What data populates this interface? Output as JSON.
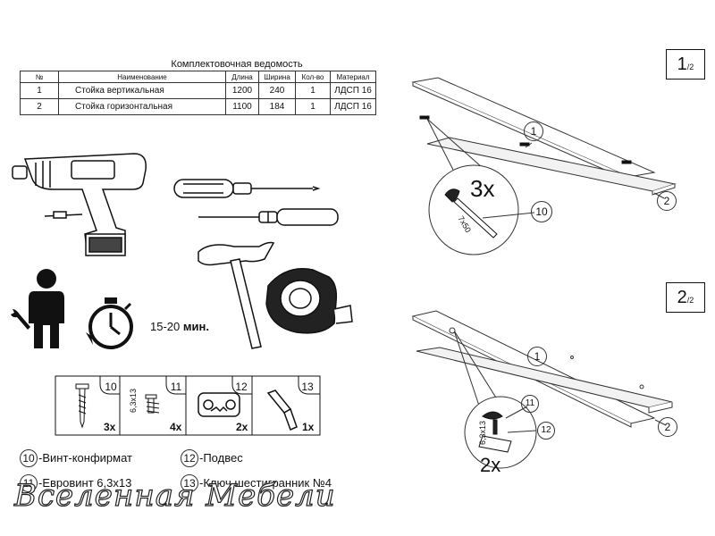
{
  "spec": {
    "title": "Комплектовочная ведомость",
    "headers": [
      "№",
      "Наименование",
      "Длина",
      "Ширина",
      "Кол-во",
      "Материал"
    ],
    "rows": [
      [
        "1",
        "Стойка вертикальная",
        "1200",
        "240",
        "1",
        "ЛДСП 16"
      ],
      [
        "2",
        "Стойка горизонтальная",
        "1100",
        "184",
        "1",
        "ЛДСП 16"
      ]
    ]
  },
  "assembly_time": {
    "range": "15-20",
    "unit": "мин."
  },
  "parts": [
    {
      "num": "10",
      "qty": "3x"
    },
    {
      "num": "11",
      "qty": "4x",
      "size": "6,3x13"
    },
    {
      "num": "12",
      "qty": "2x"
    },
    {
      "num": "13",
      "qty": "1x"
    }
  ],
  "legend": [
    {
      "num": "10",
      "text": "-Винт-конфирмат"
    },
    {
      "num": "12",
      "text": "-Подвес"
    },
    {
      "num": "11",
      "text": "-Евровинт 6,3x13"
    },
    {
      "num": "13",
      "text": "-Ключ шестигранник №4"
    }
  ],
  "watermark": "Вселенная Мебели",
  "steps": [
    {
      "step": "1",
      "of": "/2",
      "callouts": [
        "1",
        "2",
        "10"
      ],
      "qty": "3x",
      "size": "7x50"
    },
    {
      "step": "2",
      "of": "/2",
      "callouts": [
        "1",
        "2",
        "11",
        "12"
      ],
      "qty": "2x",
      "size": "6,3x13"
    }
  ]
}
